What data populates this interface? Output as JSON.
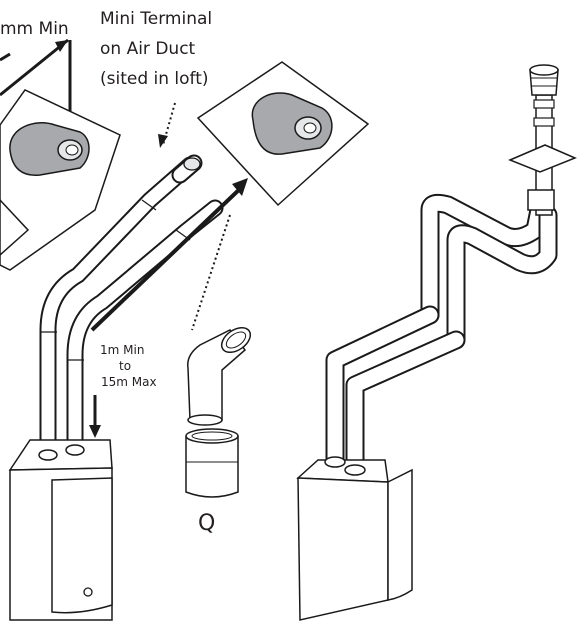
{
  "labels": {
    "top_min": "mm Min",
    "mini_terminal_line1": "Mini Terminal",
    "mini_terminal_line2": "on Air Duct",
    "mini_terminal_line3": "(sited in loft)",
    "duct_length_line1": "1m Min",
    "duct_length_line2": "to",
    "duct_length_line3": "15m Max",
    "fitting_letter": "Q"
  },
  "colors": {
    "line": "#1a1a1a",
    "terminal_grey": "#a7a9ac",
    "text": "#231f20"
  }
}
